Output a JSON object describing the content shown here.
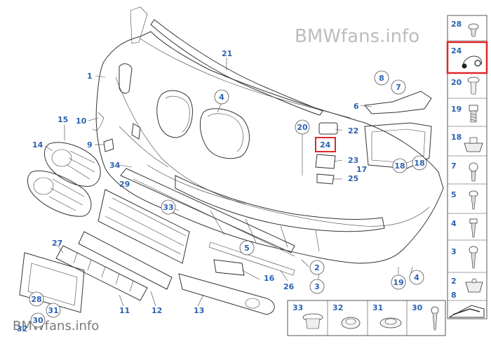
{
  "watermark_top": "BMWfans.info",
  "watermark_bottom": "BMWfans.info",
  "highlight_color": "#e0262b",
  "label_color": "#2d63b2",
  "callouts": {
    "n1": "1",
    "n2": "2",
    "n3": "3",
    "n4a": "4",
    "n4b": "4",
    "n5": "5",
    "n6": "6",
    "n7": "7",
    "n8": "8",
    "n9": "9",
    "n10": "10",
    "n11": "11",
    "n12": "12",
    "n13": "13",
    "n14": "14",
    "n15": "15",
    "n16": "16",
    "n17": "17",
    "n18a": "18",
    "n18b": "18",
    "n19": "19",
    "n20": "20",
    "n21": "21",
    "n22": "22",
    "n23": "23",
    "n24": "24",
    "n25": "25",
    "n26": "26",
    "n27": "27",
    "n28": "28",
    "n29": "29",
    "n30": "30",
    "n31": "31",
    "n32": "32",
    "n33": "33",
    "n34": "34"
  },
  "side_panel": [
    "28",
    "24",
    "20",
    "19",
    "18",
    "7",
    "5",
    "4",
    "3",
    "2",
    "8"
  ],
  "bottom_panel": [
    "33",
    "32",
    "31",
    "30"
  ]
}
